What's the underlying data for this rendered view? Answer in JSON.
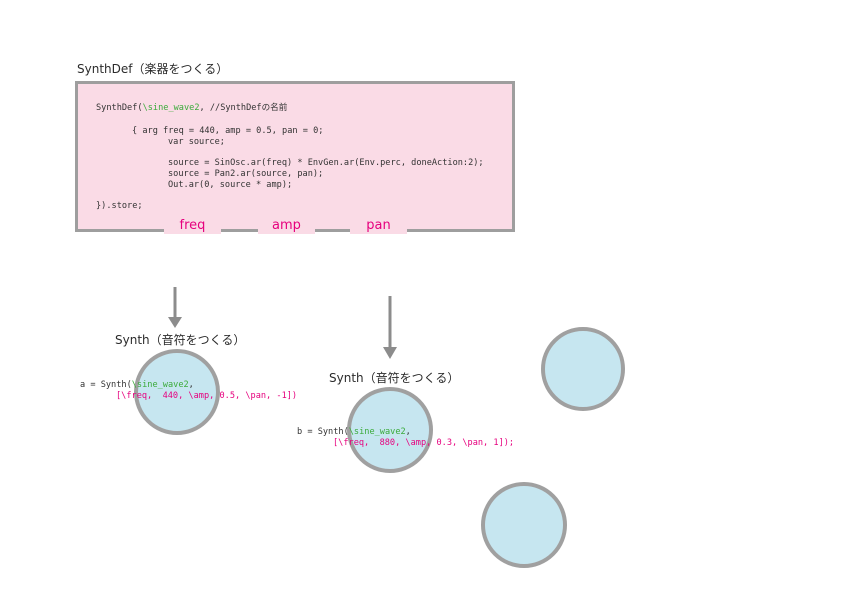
{
  "synthdef": {
    "heading": "SynthDef（楽器をつくる）",
    "line1_a": "SynthDef(",
    "line1_name": "\\sine_wave2",
    "line1_b": ", //SynthDefの名前",
    "line2": "{ arg freq = 440, amp = 0.5, pan = 0;",
    "line3": "var source;",
    "line4": "source = SinOsc.ar(freq) * EnvGen.ar(Env.perc, doneAction:2);",
    "line5": "source = Pan2.ar(source, pan);",
    "line6": "Out.ar(0, source * amp);",
    "line7": "}).store;"
  },
  "params": [
    "freq",
    "amp",
    "pan"
  ],
  "synth_a": {
    "heading": "Synth（音符をつくる）",
    "line1_a": "a = Synth(",
    "line1_name": "\\sine_wave2",
    "line1_b": ",",
    "args": "[\\freq,  440, \\amp, 0.5, \\pan, -1])"
  },
  "synth_b": {
    "heading": "Synth（音符をつくる）",
    "line1_a": "b = Synth(",
    "line1_name": "\\sine_wave2",
    "line1_b": ",",
    "args": "[\\freq,  880, \\amp, 0.3, \\pan, 1]);"
  },
  "colors": {
    "box_fill": "#fadbe6",
    "box_border": "#9e9e9e",
    "circle_fill": "#c6e6f0",
    "circle_border": "#a0a0a0",
    "accent_magenta": "#e6007e",
    "accent_green": "#3bab3b"
  }
}
